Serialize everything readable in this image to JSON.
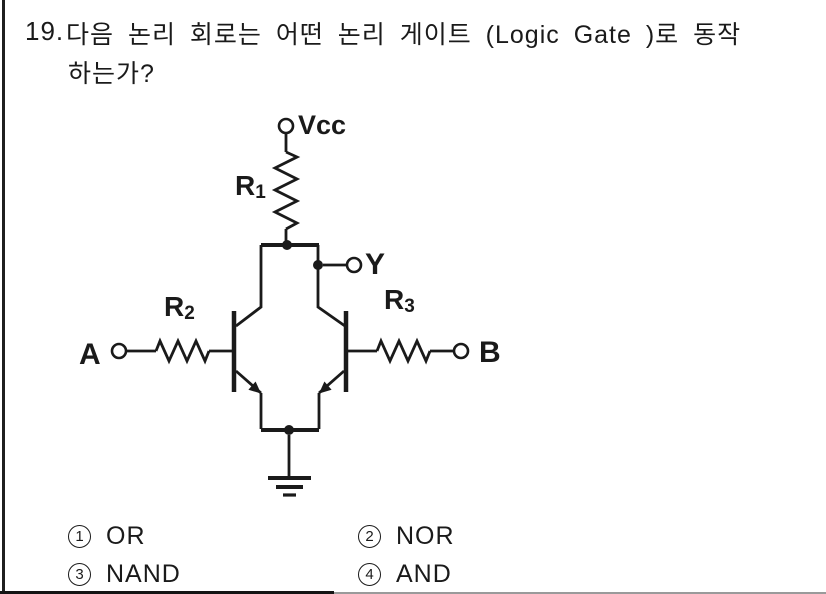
{
  "question": {
    "number": "19.",
    "line1": "다음 논리 회로는 어떤 논리 게이트 (Logic Gate )로 동작",
    "line2": "하는가?"
  },
  "circuit": {
    "vcc_label": "Vcc",
    "y_label": "Y",
    "a_label": "A",
    "b_label": "B",
    "r1": {
      "base": "R",
      "sub": "1"
    },
    "r2": {
      "base": "R",
      "sub": "2"
    },
    "r3": {
      "base": "R",
      "sub": "3"
    }
  },
  "options": [
    {
      "number": "1",
      "label": "OR"
    },
    {
      "number": "2",
      "label": "NOR"
    },
    {
      "number": "3",
      "label": "NAND"
    },
    {
      "number": "4",
      "label": "AND"
    }
  ],
  "colors": {
    "ink": "#1a1a1a",
    "background": "#ffffff"
  }
}
